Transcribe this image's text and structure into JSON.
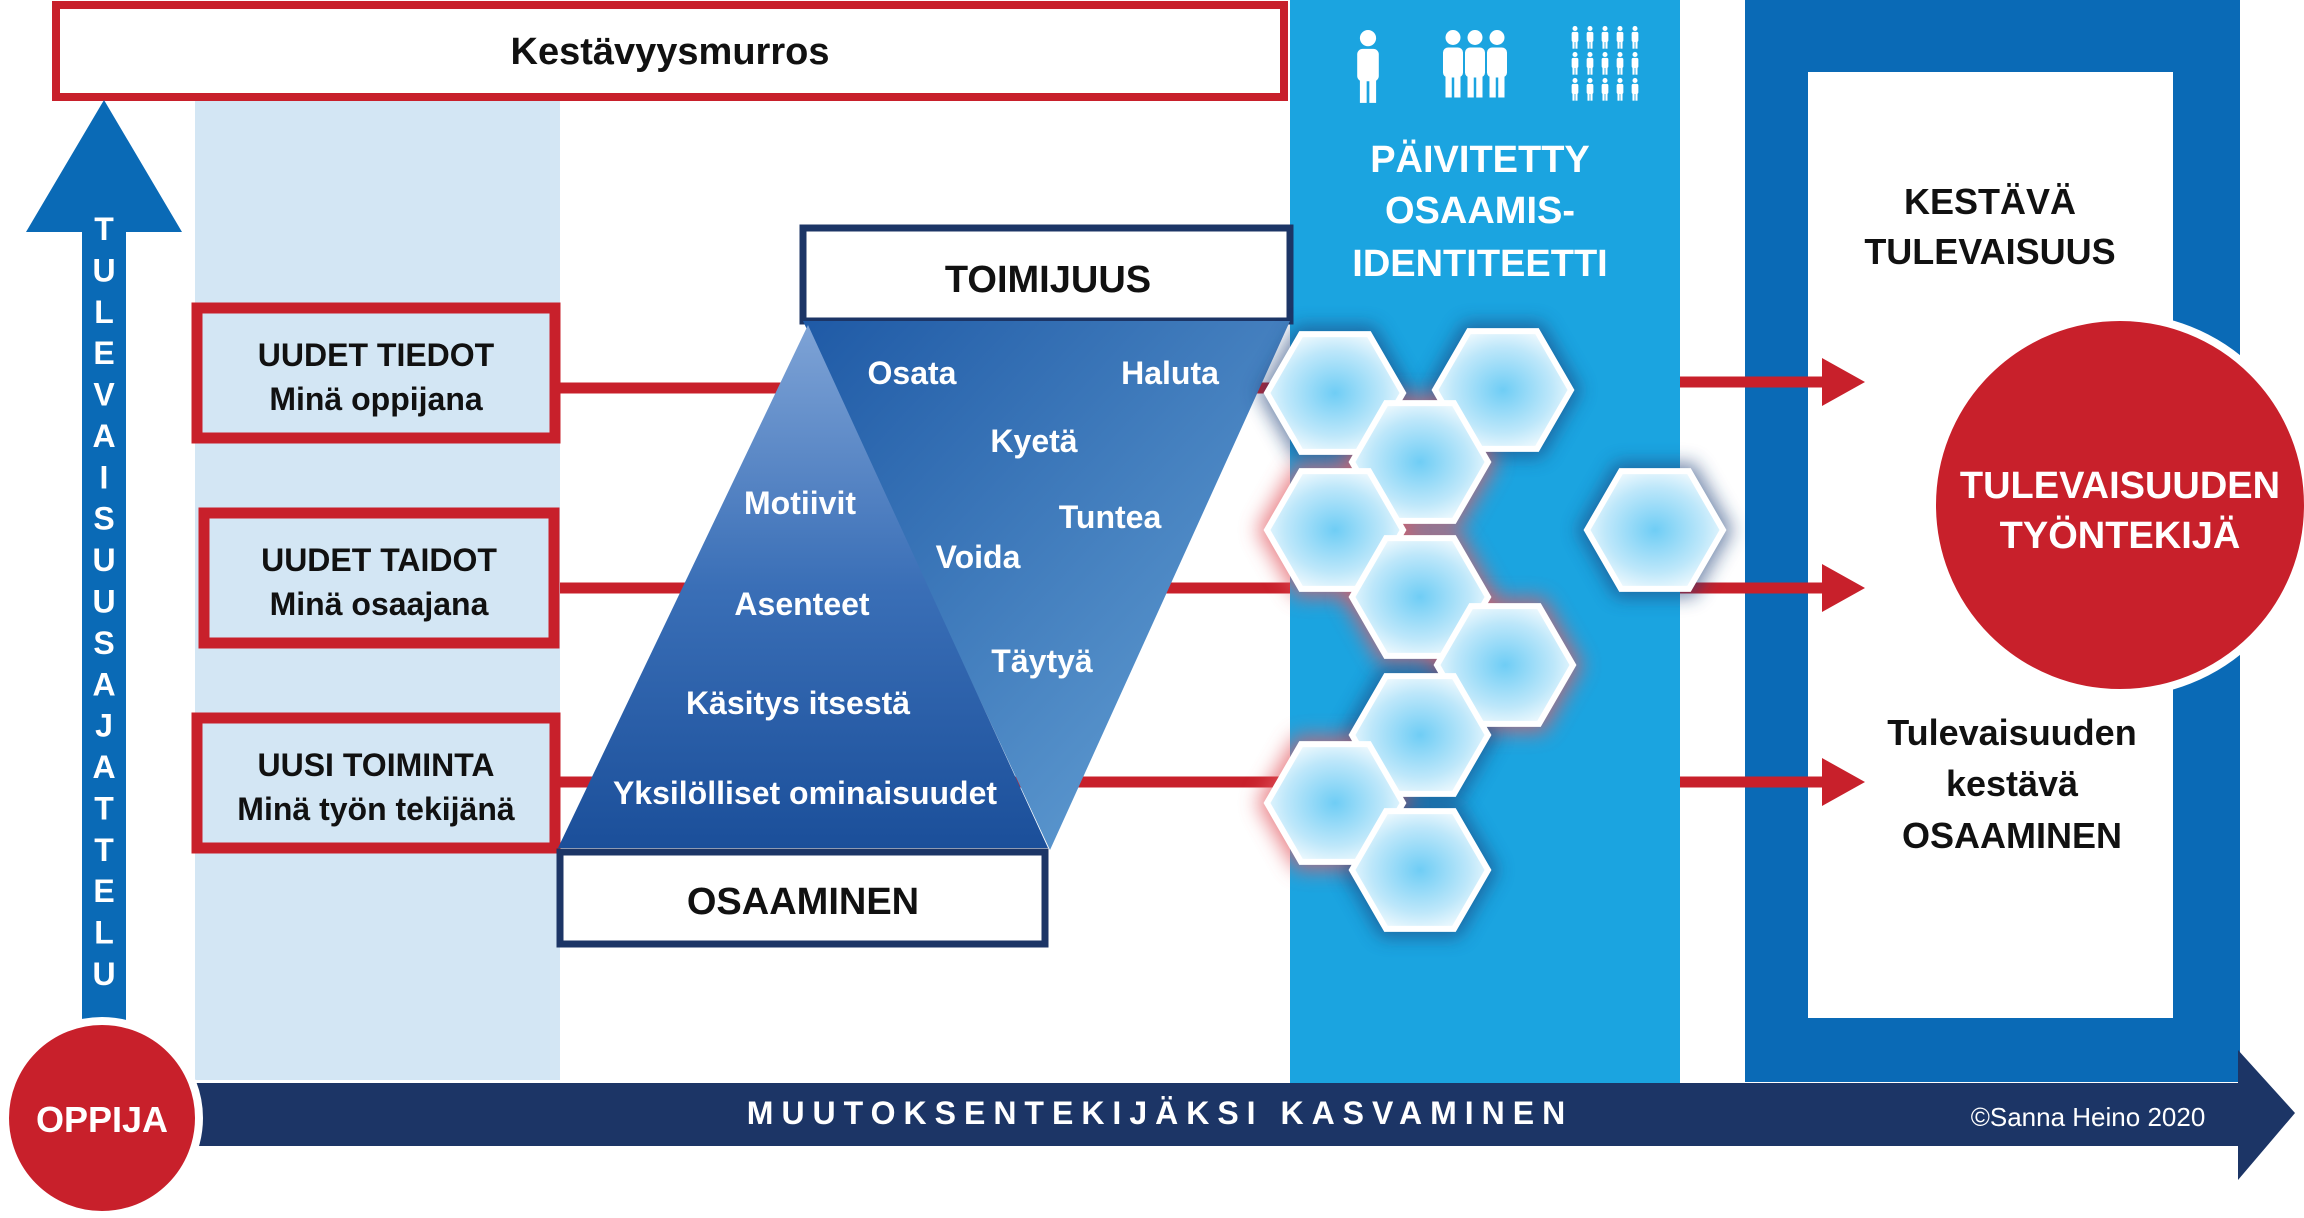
{
  "title": "Kestävyysmurros",
  "vertical_axis": "TULEVAISUUSAJATTELU",
  "horizontal_axis": "MUUTOKSENTEKIJÄKSI KASVAMINEN",
  "start_circle": "OPPIJA",
  "left_boxes": [
    {
      "line1": "UUDET TIEDOT",
      "line2": "Minä oppijana"
    },
    {
      "line1": "UUDET TAIDOT",
      "line2": "Minä osaajana"
    },
    {
      "line1": "UUSI TOIMINTA",
      "line2": "Minä työn tekijänä"
    }
  ],
  "toimijuus": {
    "title": "TOIMIJUUS",
    "words": [
      "Osata",
      "Haluta",
      "Kyetä",
      "Tuntea",
      "Voida",
      "Täytyä"
    ]
  },
  "osaaminen": {
    "title": "OSAAMINEN",
    "words": [
      "Motiivit",
      "Asenteet",
      "Käsitys itsestä",
      "Yksilölliset ominaisuudet"
    ]
  },
  "identity": {
    "line1": "PÄIVITETTY",
    "line2": "OSAAMIS-",
    "line3": "IDENTITEETTI",
    "icons": [
      "person-icon",
      "group-icon",
      "crowd-icon"
    ]
  },
  "future": {
    "title_line1": "KESTÄVÄ",
    "title_line2": "TULEVAISUUS",
    "circle_line1": "TULEVAISUUDEN",
    "circle_line2": "TYÖNTEKIJÄ",
    "sub_line1": "Tulevaisuuden",
    "sub_line2": "kestävä",
    "sub_line3": "OSAAMINEN"
  },
  "copyright": "©Sanna Heino 2020",
  "colors": {
    "red": "#c8202b",
    "navy": "#1c3566",
    "mid_blue": "#0a6ab6",
    "light_blue": "#1ba4e0",
    "pale_blue": "#d3e6f4"
  }
}
